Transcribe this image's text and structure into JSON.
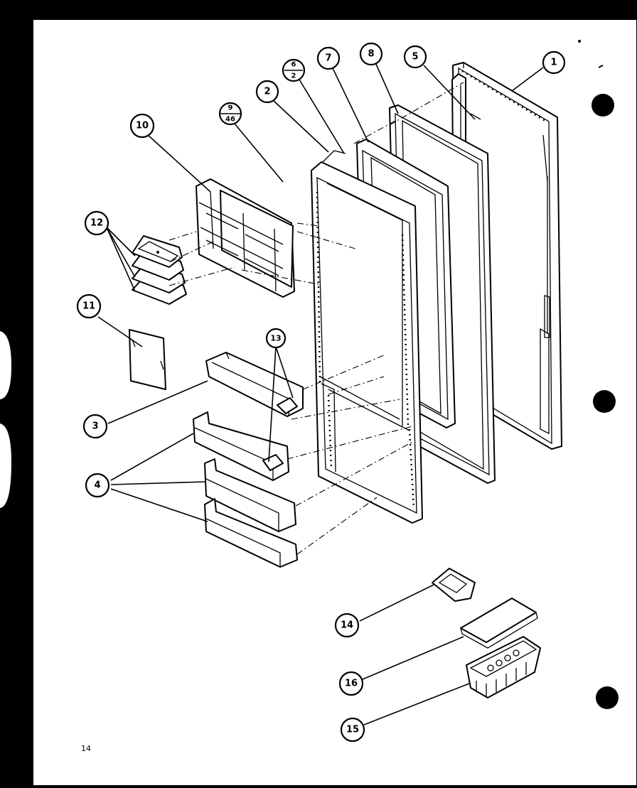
{
  "diagram": {
    "page_number": "14",
    "callouts": {
      "c1": "1",
      "c2": "2",
      "c5": "5",
      "c7": "7",
      "c8": "8",
      "c10": "10",
      "c11": "11",
      "c12": "12",
      "c13": "13",
      "c3": "3",
      "c4": "4",
      "c14": "14",
      "c15": "15",
      "c16": "16"
    },
    "split_callouts": {
      "c6": {
        "top": "6",
        "bottom": "2"
      },
      "c9": {
        "top": "9",
        "bottom": "46"
      }
    }
  }
}
